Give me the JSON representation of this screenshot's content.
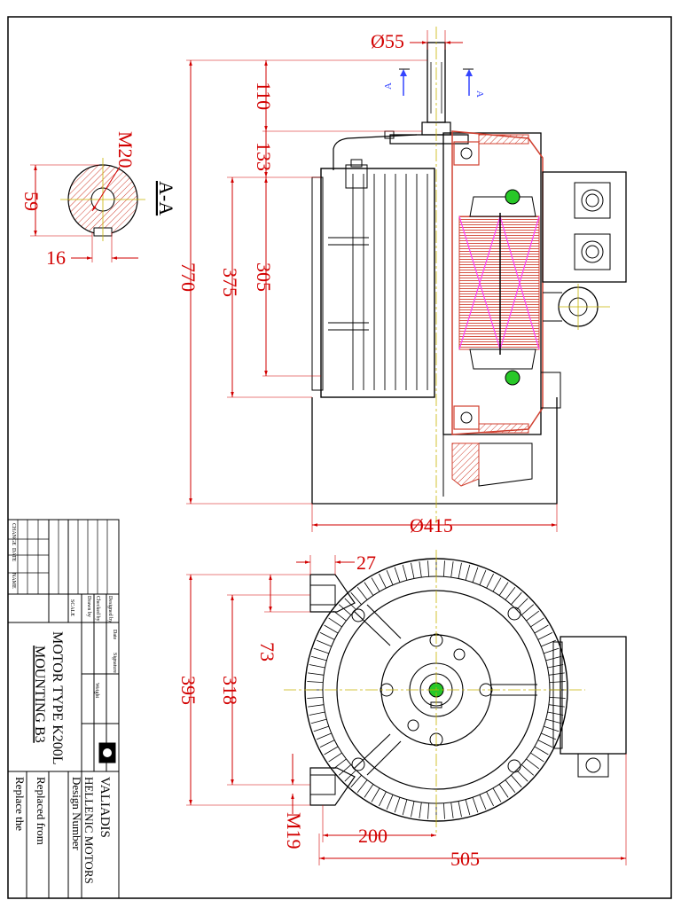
{
  "section": {
    "label": "A-A",
    "arrow_label": "A"
  },
  "dims_section": {
    "thread": "M20",
    "height": "59",
    "key": "16"
  },
  "dims_side": {
    "shaft_dia": "Ø55",
    "shaft_len": "110",
    "d133": "133",
    "d305": "305",
    "d375": "375",
    "overall": "770",
    "frame_dia": "Ø415"
  },
  "dims_front": {
    "d27": "27",
    "d73": "73",
    "d395": "395",
    "d318": "318",
    "bolt": "M19",
    "d200": "200",
    "d505": "505"
  },
  "title_block": {
    "company": "VALIADIS",
    "company_sub": "HELLENIC MOTORS",
    "design_number": "Design Number",
    "replaced_from": "Replaced from",
    "replace_the": "Replace the",
    "title_1": "MOTOR TYPE K200L",
    "title_2": "MOUNTING  B3",
    "scale": "SCALE",
    "designed_by": "Designed by",
    "checked_by": "Checked by",
    "drawn_by": "Drawn by",
    "date": "Date",
    "signature": "Signature",
    "weight": "Weight",
    "rev_change": "CHANGE",
    "rev_date": "DATE",
    "rev_name": "NAME"
  },
  "colors": {
    "dimension": "#d20000",
    "centerline": "#c8b400",
    "outline": "#000000",
    "hatch": "#d04030",
    "winding": "#ff40ff",
    "bearing_fill": "#28c828"
  }
}
